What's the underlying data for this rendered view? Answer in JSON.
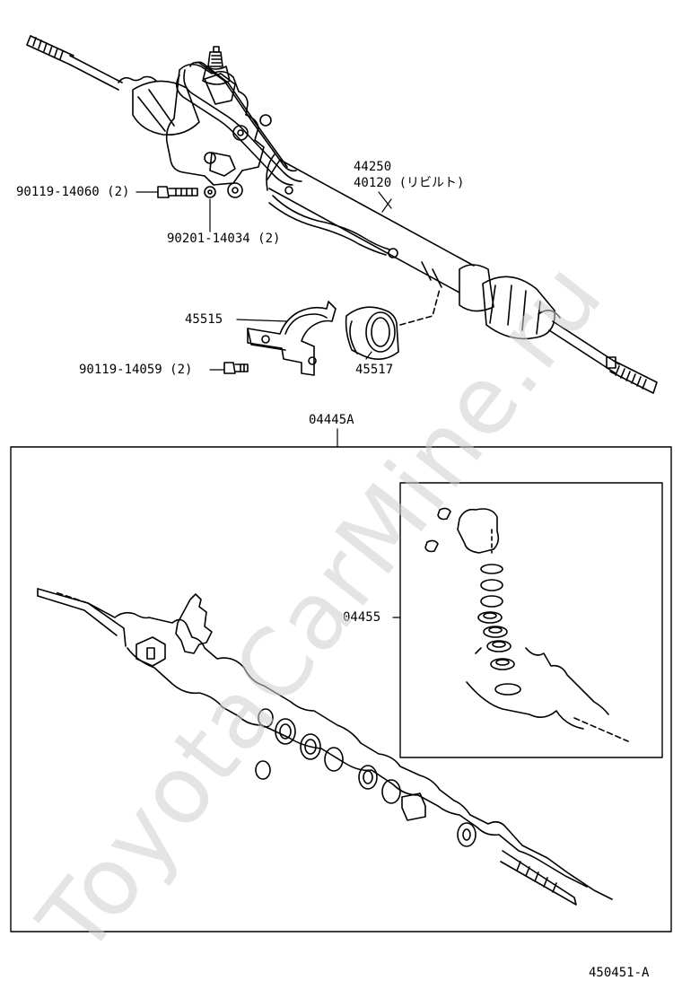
{
  "labels": {
    "p44250": "44250",
    "p40120": "40120 (リビルト)",
    "p90119_14060": "90119-14060 (2)",
    "p90201_14034": "90201-14034 (2)",
    "p45515": "45515",
    "p90119_14059": "90119-14059 (2)",
    "p45517": "45517",
    "p04445A": "04445A",
    "p04455": "04455"
  },
  "figure_id": "450451-A",
  "watermark": "ToyotaCarMine.ru"
}
